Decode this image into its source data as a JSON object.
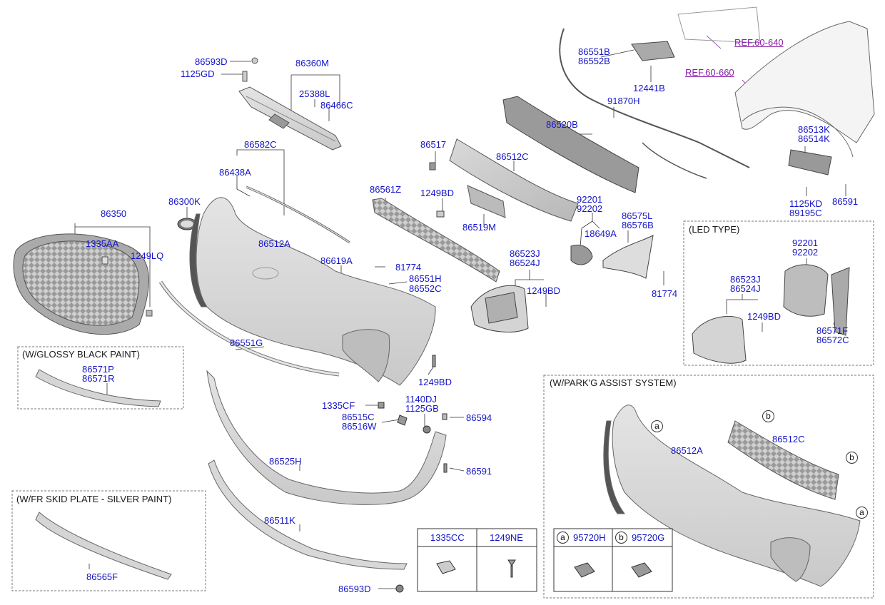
{
  "refs": {
    "fender_ref1": "REF.60-640",
    "fender_ref2": "REF.60-660"
  },
  "parts": {
    "p86593D_top": "86593D",
    "p1125GD": "1125GD",
    "p86360M": "86360M",
    "p25388L": "25388L",
    "p86466C": "86466C",
    "p86582C": "86582C",
    "p86438A": "86438A",
    "p86300K": "86300K",
    "p86350": "86350",
    "p1335AA": "1335AA",
    "p1249LQ": "1249LQ",
    "p86512A": "86512A",
    "p86619A": "86619A",
    "p81774_mid": "81774",
    "p86551H": "86551H",
    "p86552C": "86552C",
    "p86551G": "86551G",
    "p1249BD_lower": "1249BD",
    "p86561Z": "86561Z",
    "p86517": "86517",
    "p86512C": "86512C",
    "p1249BD_upper": "1249BD",
    "p86519M": "86519M",
    "p86520B": "86520B",
    "p86551B": "86551B",
    "p86552B": "86552B",
    "p12441B": "12441B",
    "p91870H": "91870H",
    "p92201": "92201",
    "p92202": "92202",
    "p18649A": "18649A",
    "p86575L": "86575L",
    "p86576B": "86576B",
    "p81774_right": "81774",
    "p86523J": "86523J",
    "p86524J": "86524J",
    "p1249BD_fog": "1249BD",
    "p86513K": "86513K",
    "p86514K": "86514K",
    "p1125KD": "1125KD",
    "p89195C": "89195C",
    "p86591_fender": "86591",
    "p1335CF": "1335CF",
    "p86515C": "86515C",
    "p86516W": "86516W",
    "p1140DJ": "1140DJ",
    "p1125GB": "1125GB",
    "p86594": "86594",
    "p86591_lower": "86591",
    "p86525H": "86525H",
    "p86511K": "86511K",
    "p86593D_bottom": "86593D"
  },
  "glossy_box": {
    "title": "(W/GLOSSY BLACK PAINT)",
    "part1": "86571P",
    "part2": "86571R"
  },
  "skid_box": {
    "title": "(W/FR SKID PLATE - SILVER PAINT)",
    "part": "86565F"
  },
  "led_box": {
    "title": "(LED TYPE)",
    "p92201": "92201",
    "p92202": "92202",
    "p86523J": "86523J",
    "p86524J": "86524J",
    "p1249BD": "1249BD",
    "p86571F": "86571F",
    "p86572C": "86572C"
  },
  "park_box": {
    "title": "(W/PARK'G ASSIST SYSTEM)",
    "p86512A": "86512A",
    "p86512C": "86512C",
    "marker_a": "a",
    "marker_b": "b",
    "cell_a_part": "95720H",
    "cell_b_part": "95720G"
  },
  "fastener_table": {
    "col1": "1335CC",
    "col2": "1249NE"
  }
}
